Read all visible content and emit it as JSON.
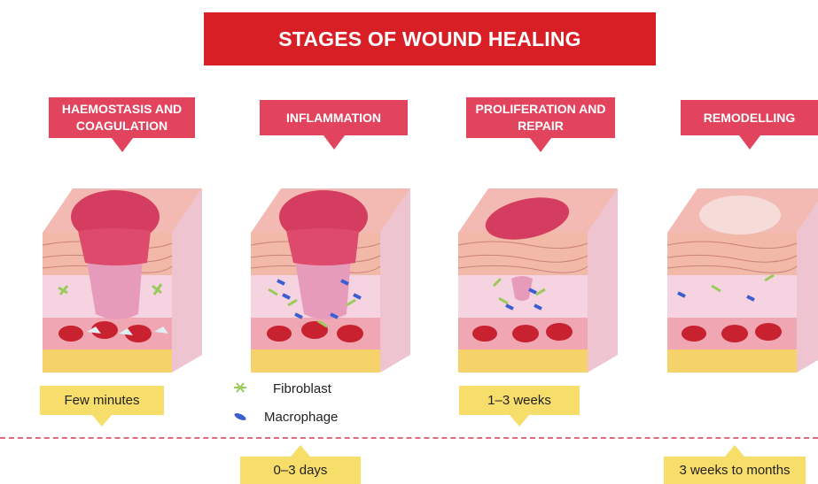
{
  "title": "STAGES OF WOUND HEALING",
  "stages": [
    {
      "label": "HAEMOSTASIS AND COAGULATION"
    },
    {
      "label": "INFLAMMATION"
    },
    {
      "label": "PROLIFERATION AND REPAIR"
    },
    {
      "label": "REMODELLING"
    }
  ],
  "times": {
    "few_minutes": "Few minutes",
    "zero_three_days": "0–3 days",
    "one_three_weeks": "1–3 weeks",
    "three_weeks_months": "3 weeks to months"
  },
  "legend": {
    "fibroblast": "Fibroblast",
    "macrophage": "Macrophage"
  },
  "colors": {
    "title_red": "#d91f26",
    "stage_pink": "#e2445e",
    "time_yellow": "#f7dd6a",
    "fibroblast_green": "#9acb5a",
    "macrophage_blue": "#3b5fd0"
  }
}
